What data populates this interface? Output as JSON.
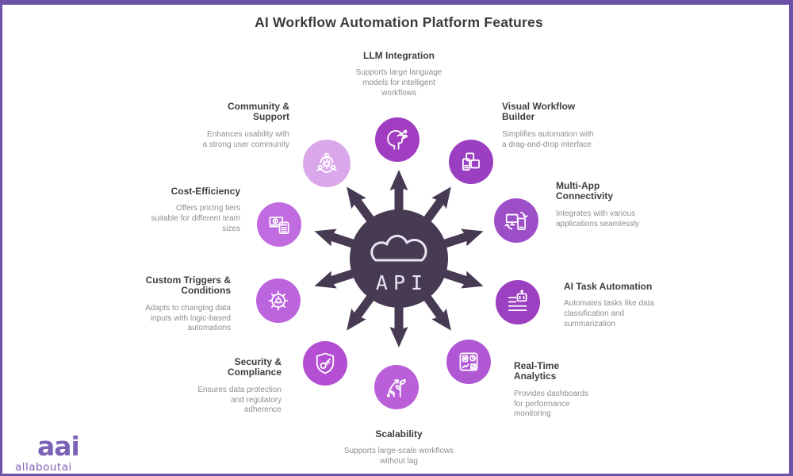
{
  "title": "AI Workflow Automation Platform Features",
  "frame": {
    "border_color": "#6d52a9",
    "background": "#ffffff"
  },
  "hub": {
    "label": "API",
    "icon": "cloud-icon",
    "color": "#473a53",
    "text_color": "#eae4f1"
  },
  "features": [
    {
      "id": "llm-integration",
      "title": "LLM Integration",
      "desc": "Supports large language models for intelligent workflows",
      "icon": "ai-head-circuit-icon",
      "color": "#a13dc1"
    },
    {
      "id": "visual-workflow-builder",
      "title": "Visual Workflow Builder",
      "desc": "Simplifies automation with a drag-and-drop interface",
      "icon": "workflow-blocks-icon",
      "color": "#9b3fc2"
    },
    {
      "id": "multi-app-connectivity",
      "title": "Multi-App Connectivity",
      "desc": "Integrates with various applications seamlessly",
      "icon": "device-sync-icon",
      "color": "#9d4fc8"
    },
    {
      "id": "ai-task-automation",
      "title": "AI Task Automation",
      "desc": "Automates tasks like data classification and summarization",
      "icon": "robot-list-icon",
      "color": "#9c3fc0"
    },
    {
      "id": "real-time-analytics",
      "title": "Real-Time Analytics",
      "desc": "Provides dashboards for performance monitoring",
      "icon": "dashboard-icon",
      "color": "#b058d4"
    },
    {
      "id": "scalability",
      "title": "Scalability",
      "desc": "Supports large-scale workflows without lag",
      "icon": "growth-plant-icon",
      "color": "#ba5fd8"
    },
    {
      "id": "security-compliance",
      "title": "Security & Compliance",
      "desc": "Ensures data protection and regulatory adherence",
      "icon": "shield-key-icon",
      "color": "#b44fd3"
    },
    {
      "id": "custom-triggers-conditions",
      "title": "Custom Triggers & Conditions",
      "desc": "Adapts to changing data inputs with logic-based automations",
      "icon": "gear-icon",
      "color": "#bc64dd"
    },
    {
      "id": "cost-efficiency",
      "title": "Cost-Efficiency",
      "desc": "Offers pricing tiers suitable for different team sizes",
      "icon": "money-calculator-icon",
      "color": "#c06ce0"
    },
    {
      "id": "community-support",
      "title": "Community & Support",
      "desc": "Enhances usability with a strong user community",
      "icon": "community-gear-icon",
      "color": "#daa8ea"
    }
  ],
  "logo": {
    "mark": "aai",
    "text": "allaboutai",
    "color": "#7c62b6"
  }
}
